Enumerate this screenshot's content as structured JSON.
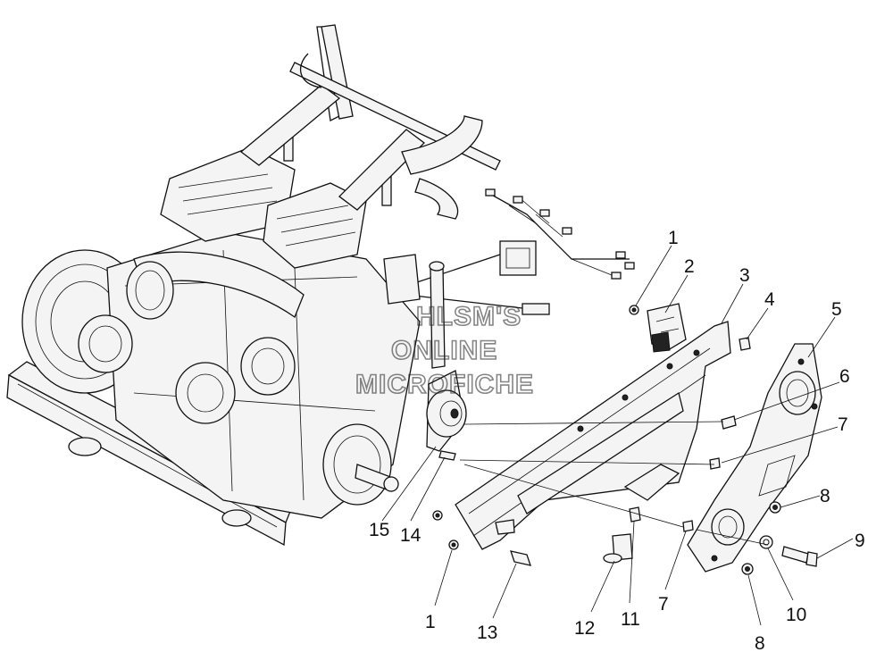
{
  "watermark": [
    "HLSM'S",
    "ONLINE",
    "MICROFICHE"
  ],
  "callouts": [
    "1",
    "2",
    "3",
    "4",
    "5",
    "6",
    "7",
    "8",
    "9",
    "10",
    "11",
    "12",
    "13",
    "14",
    "15"
  ],
  "extra_callouts": [
    "1",
    "7",
    "8"
  ]
}
